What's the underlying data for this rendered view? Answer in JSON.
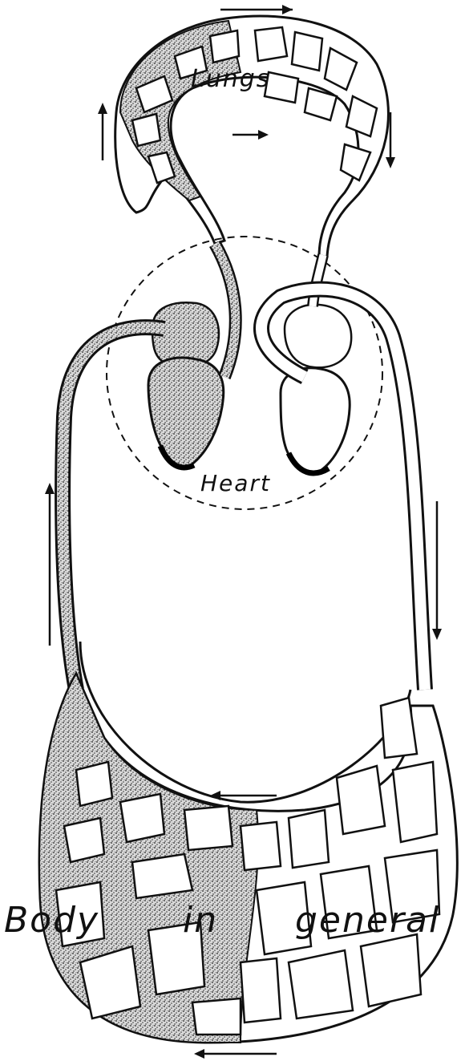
{
  "labels": {
    "lungs": "Lungs",
    "heart": "Heart",
    "body_word1": "Body",
    "body_word2": "in",
    "body_word3": "general"
  },
  "colors": {
    "ink": "#111111",
    "paper": "#ffffff",
    "stipple": "#2b2b2b"
  }
}
